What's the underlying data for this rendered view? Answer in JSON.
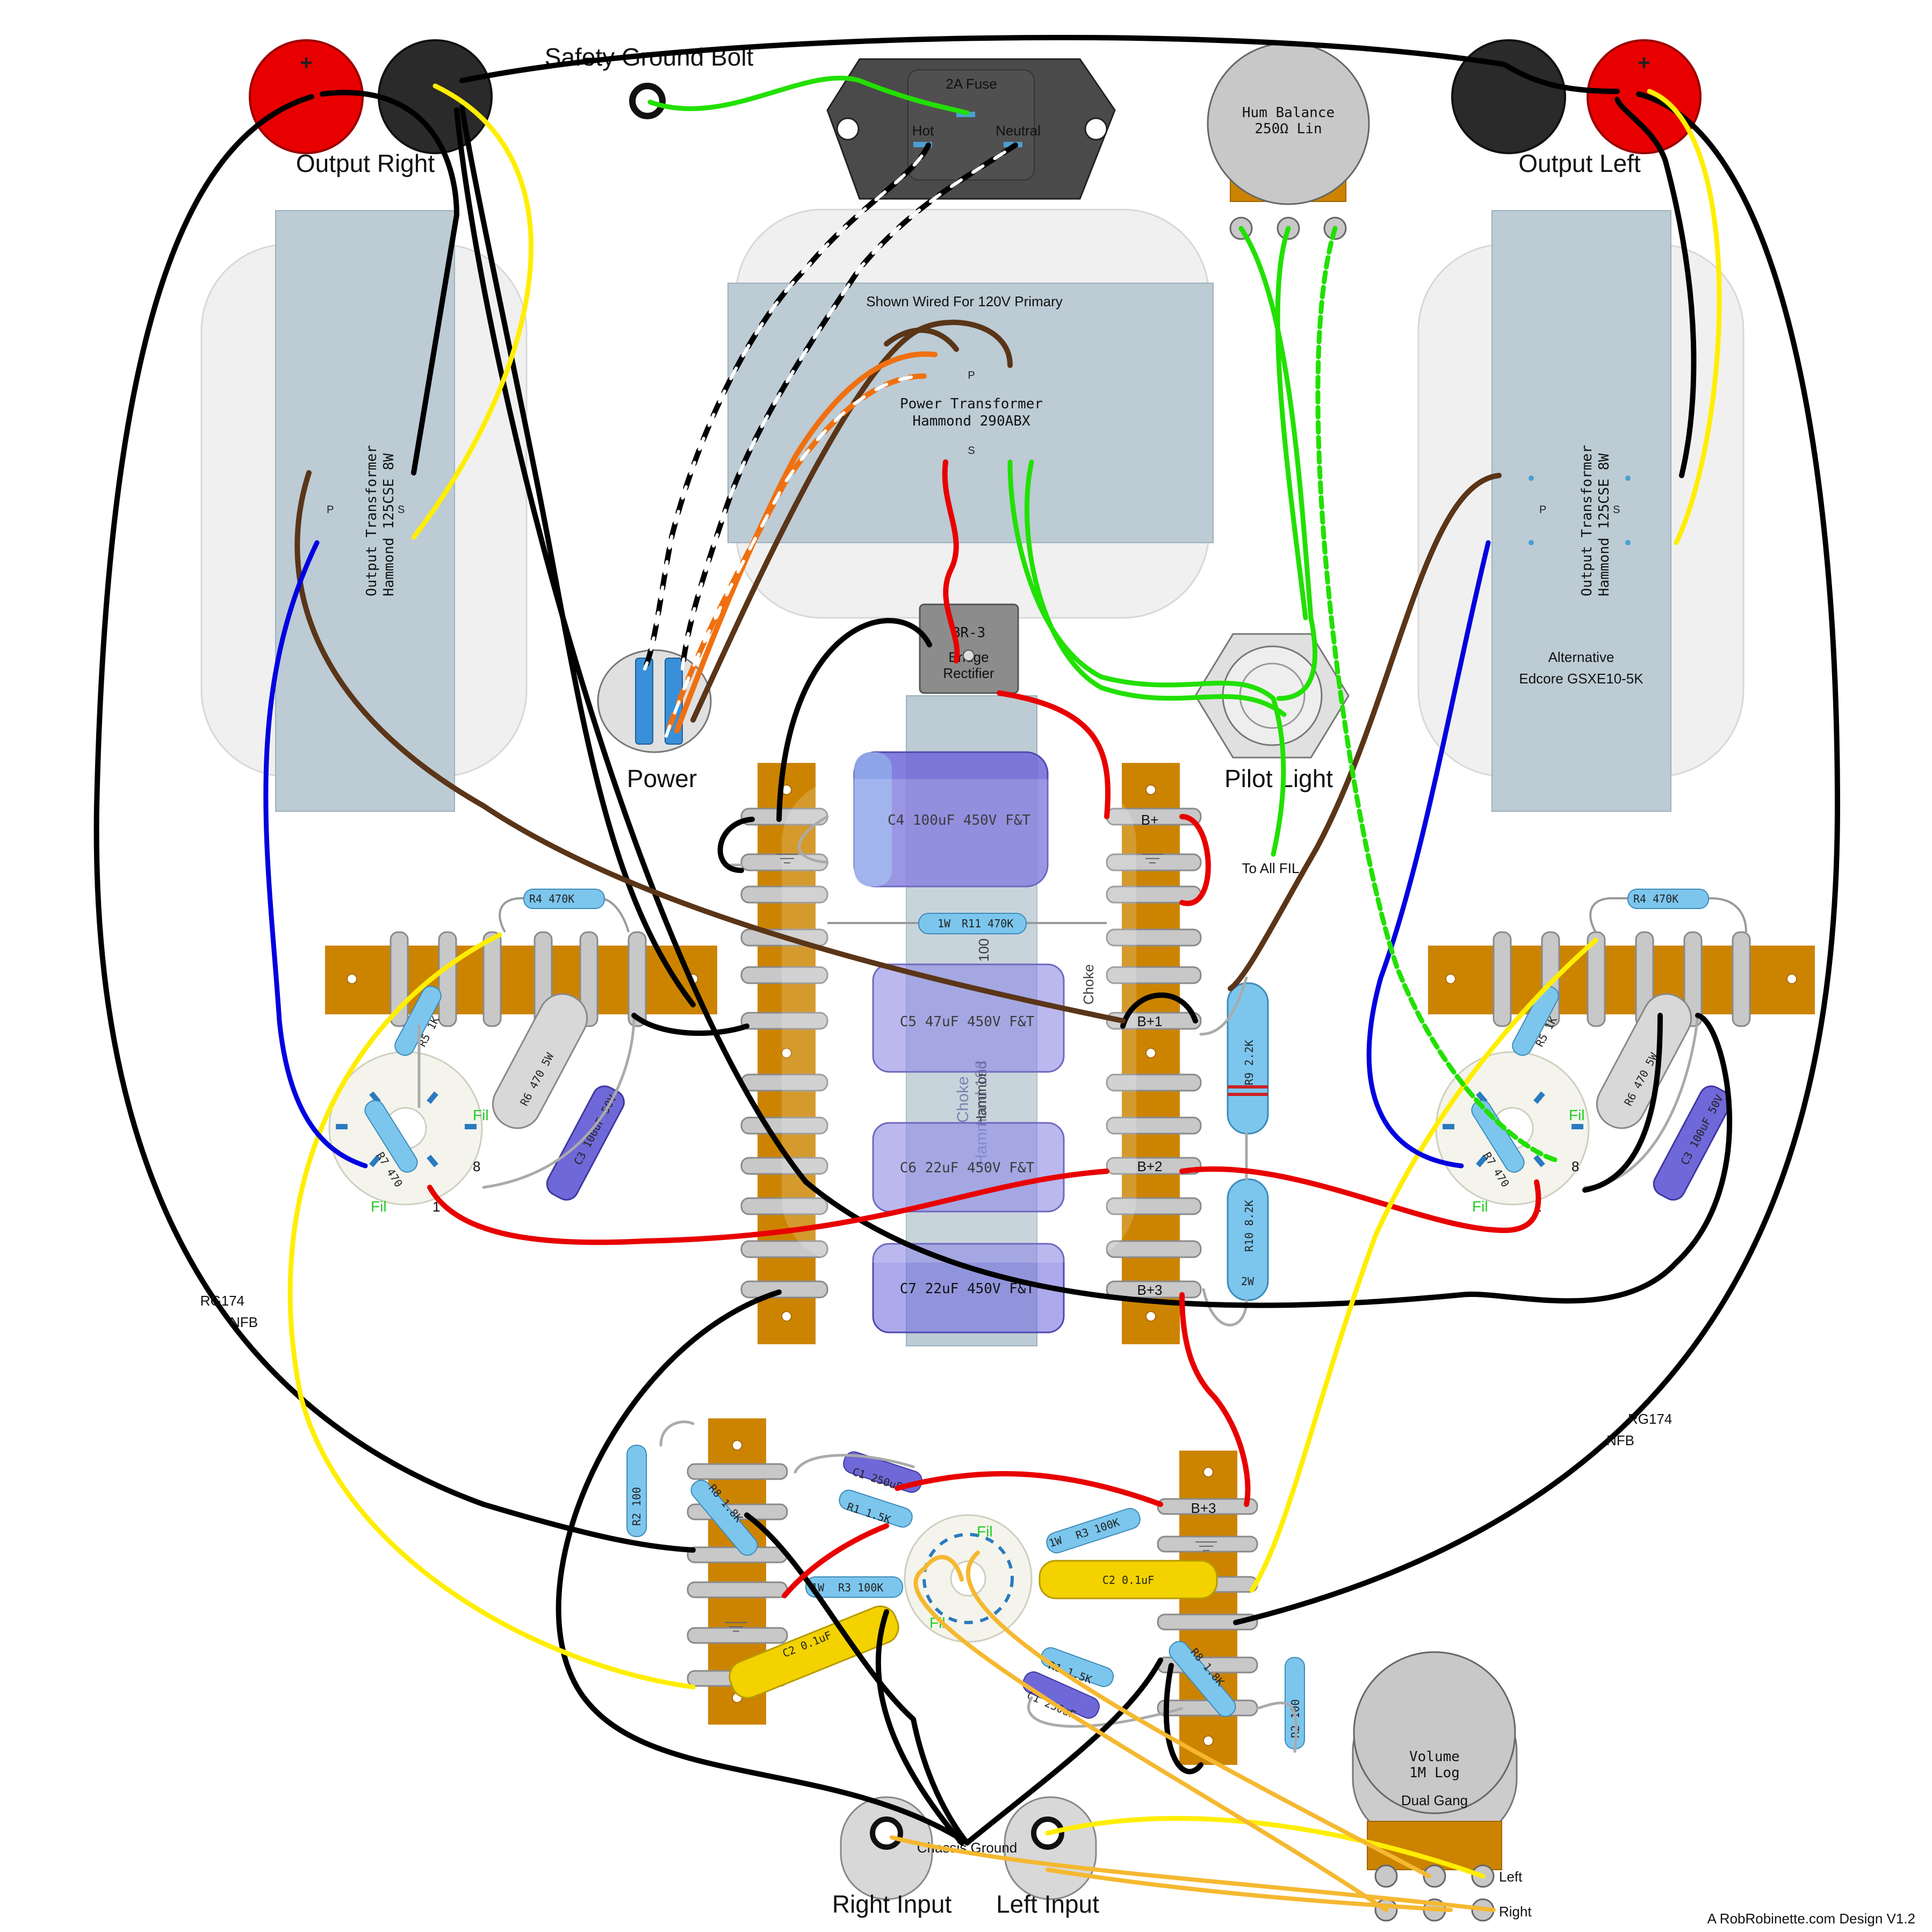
{
  "labels": {
    "output_right": "Output Right",
    "output_left": "Output Left",
    "safety_ground": "Safety Ground Bolt",
    "fuse": "2A Fuse",
    "hot": "Hot",
    "neutral": "Neutral",
    "hum_balance_1": "Hum Balance",
    "hum_balance_2": "250Ω Lin",
    "shown_wired": "Shown Wired For 120V Primary",
    "pt_p": "P",
    "pt_1": "Power Transformer",
    "pt_2": "Hammond 290ABX",
    "pt_s": "S",
    "ot_right_1": "Output Transformer",
    "ot_right_2": "Hammond 125CSE 8W",
    "ot_left_1": "Output Transformer",
    "ot_left_2": "Hammond 125CSE 8W",
    "ot_p": "P",
    "ot_s": "S",
    "alternative_1": "Alternative",
    "alternative_2": "Edcore GSXE10-5K",
    "power": "Power",
    "pilot_light": "Pilot Light",
    "to_all_fil": "To All FIL",
    "br3": "BR-3",
    "bridge": "Bridge",
    "rectifier": "Rectifier",
    "c4": "C4  100uF  450V  F&T",
    "c5": "C5  47uF  450V  F&T",
    "c6": "C6  22uF  450V  F&T",
    "c7": "C7  22uF  450V  F&T",
    "choke_1": "Choke",
    "choke_2": "Hammond 193",
    "choke_3": "100",
    "choke_side": "Choke",
    "r11": "R11  470K",
    "r11_w": "1W",
    "b_plus": "B+",
    "b_plus1": "B+1",
    "b_plus2": "B+2",
    "b_plus3": "B+3",
    "b_plus3_lower": "B+3",
    "r9": "R9  2.2K",
    "r10": "R10  8.2K",
    "r10_w": "2W",
    "r4": "R4  470K",
    "r5": "R5  1K",
    "r6": "R6  470  5W",
    "r7": "R7  470",
    "c3": "C3  100uF  50V",
    "fil": "Fil",
    "pin1": "1",
    "pin8": "8",
    "rg174_left_1": "RG174",
    "rg174_left_2": "NFB",
    "rg174_right_1": "RG174",
    "rg174_right_2": "NFB",
    "r1": "R1  1.5K",
    "r2": "R2  100",
    "r3": "R3  100K",
    "r3_w": "1W",
    "r8": "R8  1.8K",
    "c1": "C1  250uF",
    "c2": "C2  0.1uF",
    "volume_1": "Volume",
    "volume_2": "1M Log",
    "volume_3": "Dual Gang",
    "vol_left": "Left",
    "vol_right": "Right",
    "chassis_ground": "Chassis Ground",
    "right_input": "Right Input",
    "left_input": "Left Input",
    "credit": "A RobRobinette.com Design V1.2",
    "plus": "+"
  },
  "colors": {
    "terminal_strip": "#cc8400",
    "transformer": "#bccbd4",
    "red_wire": "#e80000",
    "green_wire": "#22e000",
    "yellow_wire": "#ffee00",
    "brown_wire": "#5a3518",
    "blue_wire": "#0000e0",
    "orange_wire": "#f07010",
    "cap_purple": "#6f68d8",
    "resistor_blue": "#7cc6ee",
    "film_cap_yellow": "#f3d200"
  }
}
